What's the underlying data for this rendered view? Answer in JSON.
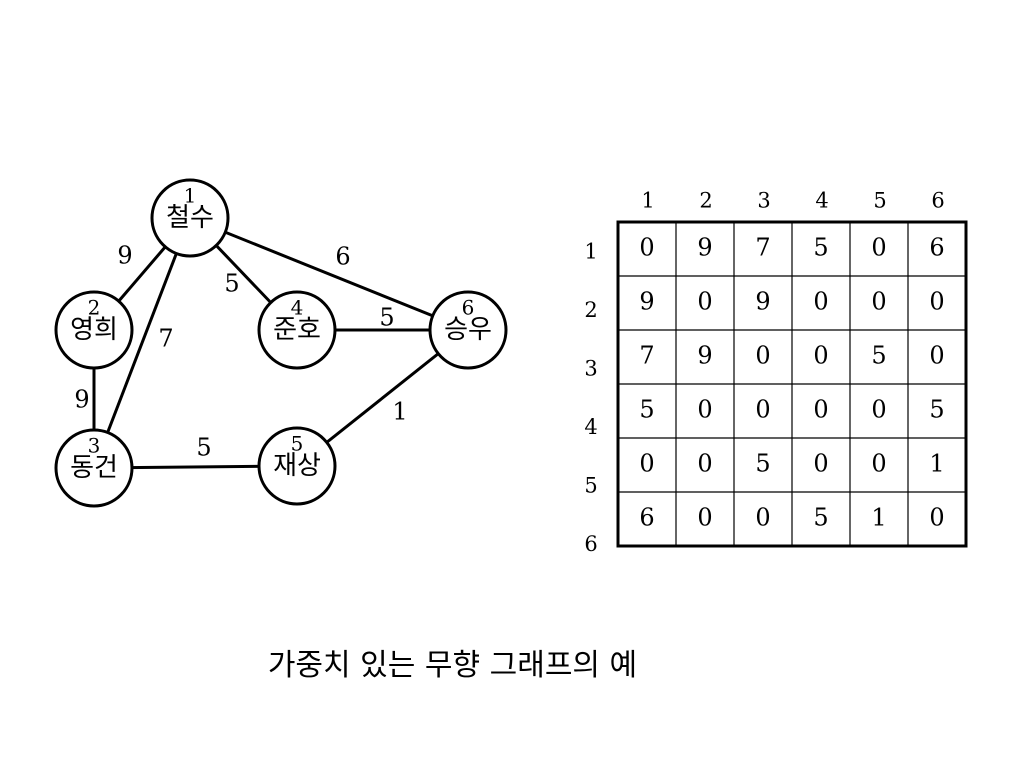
{
  "graph": {
    "nodes": [
      {
        "id": 1,
        "index_label": "1",
        "name": "철수"
      },
      {
        "id": 2,
        "index_label": "2",
        "name": "영희"
      },
      {
        "id": 3,
        "index_label": "3",
        "name": "동건"
      },
      {
        "id": 4,
        "index_label": "4",
        "name": "준호"
      },
      {
        "id": 5,
        "index_label": "5",
        "name": "재상"
      },
      {
        "id": 6,
        "index_label": "6",
        "name": "승우"
      }
    ],
    "edges": [
      {
        "from": 1,
        "to": 2,
        "weight": "9"
      },
      {
        "from": 1,
        "to": 3,
        "weight": "7"
      },
      {
        "from": 1,
        "to": 4,
        "weight": "5"
      },
      {
        "from": 1,
        "to": 6,
        "weight": "6"
      },
      {
        "from": 2,
        "to": 3,
        "weight": "9"
      },
      {
        "from": 4,
        "to": 6,
        "weight": "5"
      },
      {
        "from": 3,
        "to": 5,
        "weight": "5"
      },
      {
        "from": 5,
        "to": 6,
        "weight": "1"
      }
    ]
  },
  "matrix": {
    "col_headers": [
      "1",
      "2",
      "3",
      "4",
      "5",
      "6"
    ],
    "row_headers": [
      "1",
      "2",
      "3",
      "4",
      "5",
      "6"
    ],
    "rows": [
      [
        "0",
        "9",
        "7",
        "5",
        "0",
        "6"
      ],
      [
        "9",
        "0",
        "9",
        "0",
        "0",
        "0"
      ],
      [
        "7",
        "9",
        "0",
        "0",
        "5",
        "0"
      ],
      [
        "5",
        "0",
        "0",
        "0",
        "0",
        "5"
      ],
      [
        "0",
        "0",
        "5",
        "0",
        "0",
        "1"
      ],
      [
        "6",
        "0",
        "0",
        "5",
        "1",
        "0"
      ]
    ]
  },
  "caption": "가중치 있는 무향 그래프의 예"
}
